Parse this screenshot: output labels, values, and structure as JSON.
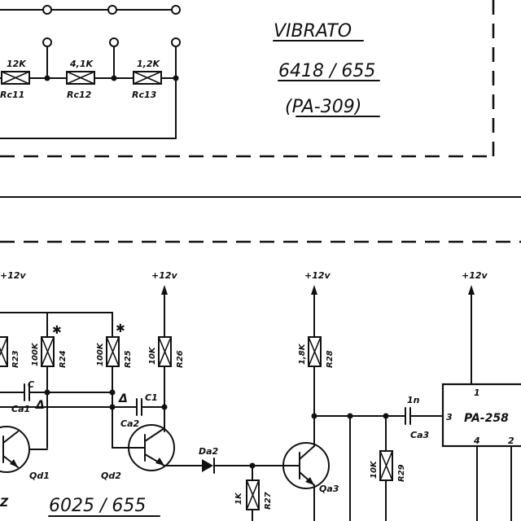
{
  "title_block": {
    "name": "VIBRATO",
    "part_number": "6418 / 655",
    "module": "(PA-309)"
  },
  "top_circuit": {
    "resistors": [
      {
        "value": "12K",
        "ref": "Rc11"
      },
      {
        "value": "4,1K",
        "ref": "Rc12"
      },
      {
        "value": "1,2K",
        "ref": "Rc13"
      }
    ]
  },
  "bottom_circuit": {
    "part_number": "6025 / 655",
    "supply": [
      "+12v",
      "+12v",
      "+12v",
      "+12v"
    ],
    "resistors": [
      {
        "value": "",
        "ref": "R23"
      },
      {
        "value": "100K",
        "ref": "R24"
      },
      {
        "value": "100K",
        "ref": "R25"
      },
      {
        "value": "10K",
        "ref": "R26"
      },
      {
        "value": "1,8K",
        "ref": "R28"
      },
      {
        "value": "1K",
        "ref": "R27"
      },
      {
        "value": "10K",
        "ref": "R29"
      }
    ],
    "capacitors": [
      "C",
      "Ca1",
      "C1",
      "Ca2",
      "Ca3"
    ],
    "cap_value": "1n",
    "transistors": [
      "Qd1",
      "Qd2",
      "Qa3"
    ],
    "diode": "Da2",
    "markers": [
      "✱",
      "✱",
      "Δ",
      "Δ"
    ],
    "ic": {
      "name": "PA-258",
      "pins": [
        "1",
        "3",
        "4",
        "2"
      ]
    },
    "edge_label": "Z"
  }
}
